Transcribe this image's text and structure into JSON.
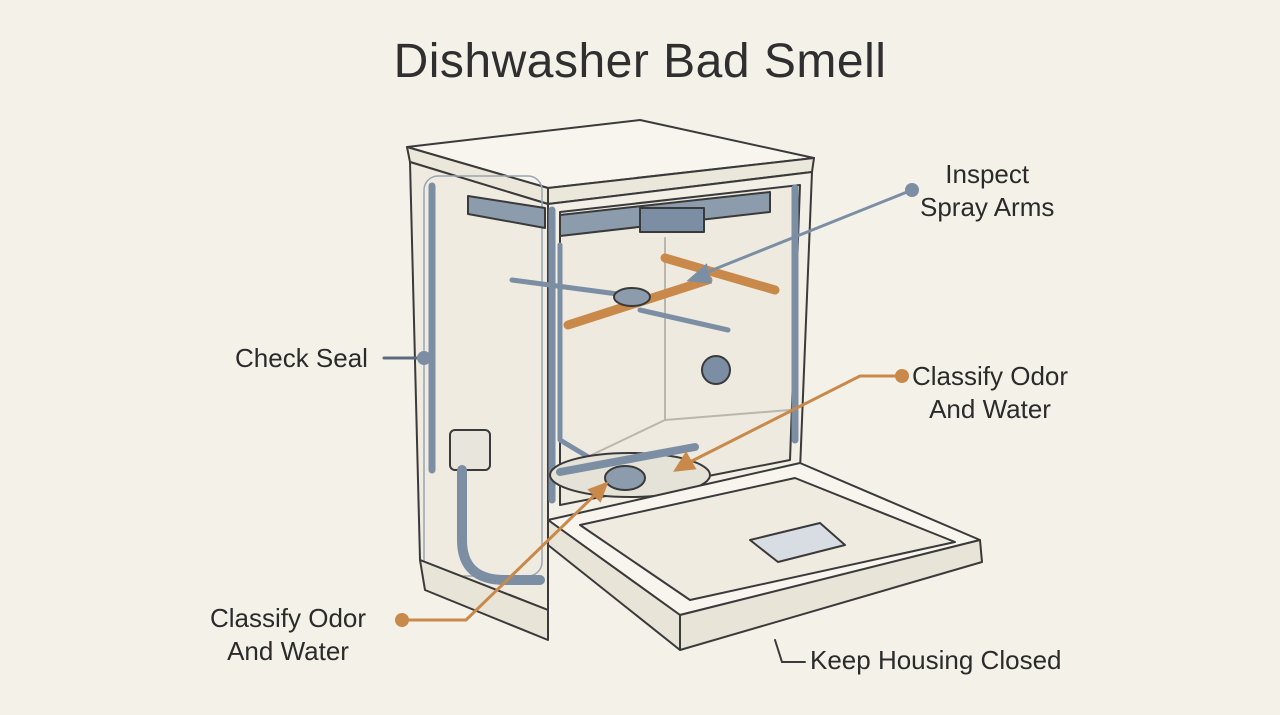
{
  "title": "Dishwasher Bad Smell",
  "colors": {
    "background": "#f4f1e8",
    "line": "#3a3a3a",
    "steel_blue": "#7c8ea3",
    "orange": "#c9894a"
  },
  "callouts": {
    "inspect_spray_arms": {
      "line1": "Inspect",
      "line2": "Spray Arms",
      "leader_color": "#7c8ea3"
    },
    "check_seal": {
      "text": "Check Seal",
      "leader_color": "#7c8ea3"
    },
    "classify_top": {
      "line1": "Classify Odor",
      "line2": "And Water",
      "leader_color": "#c9894a"
    },
    "classify_bottom": {
      "line1": "Classify Odor",
      "line2": "And Water",
      "leader_color": "#c9894a"
    },
    "keep_housing_closed": {
      "text": "Keep Housing Closed",
      "leader_color": "#3a3a3a"
    }
  }
}
